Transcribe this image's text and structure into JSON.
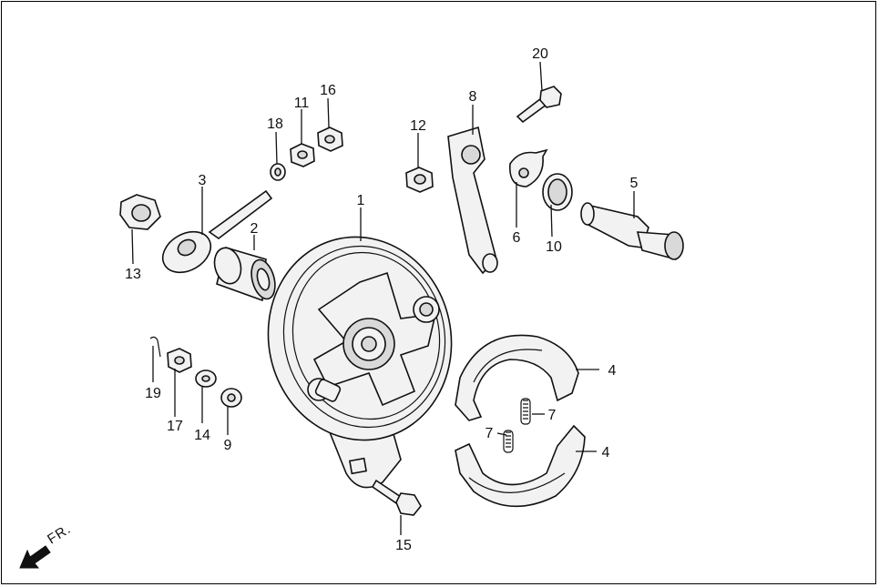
{
  "diagram": {
    "front_indicator": "FR.",
    "labels": {
      "p1": "1",
      "p2": "2",
      "p3": "3",
      "p4a": "4",
      "p4b": "4",
      "p5": "5",
      "p6": "6",
      "p7a": "7",
      "p7b": "7",
      "p8": "8",
      "p9": "9",
      "p10": "10",
      "p11": "11",
      "p12": "12",
      "p13": "13",
      "p14": "14",
      "p15": "15",
      "p16": "16",
      "p17": "17",
      "p18": "18",
      "p19": "19",
      "p20": "20"
    }
  }
}
